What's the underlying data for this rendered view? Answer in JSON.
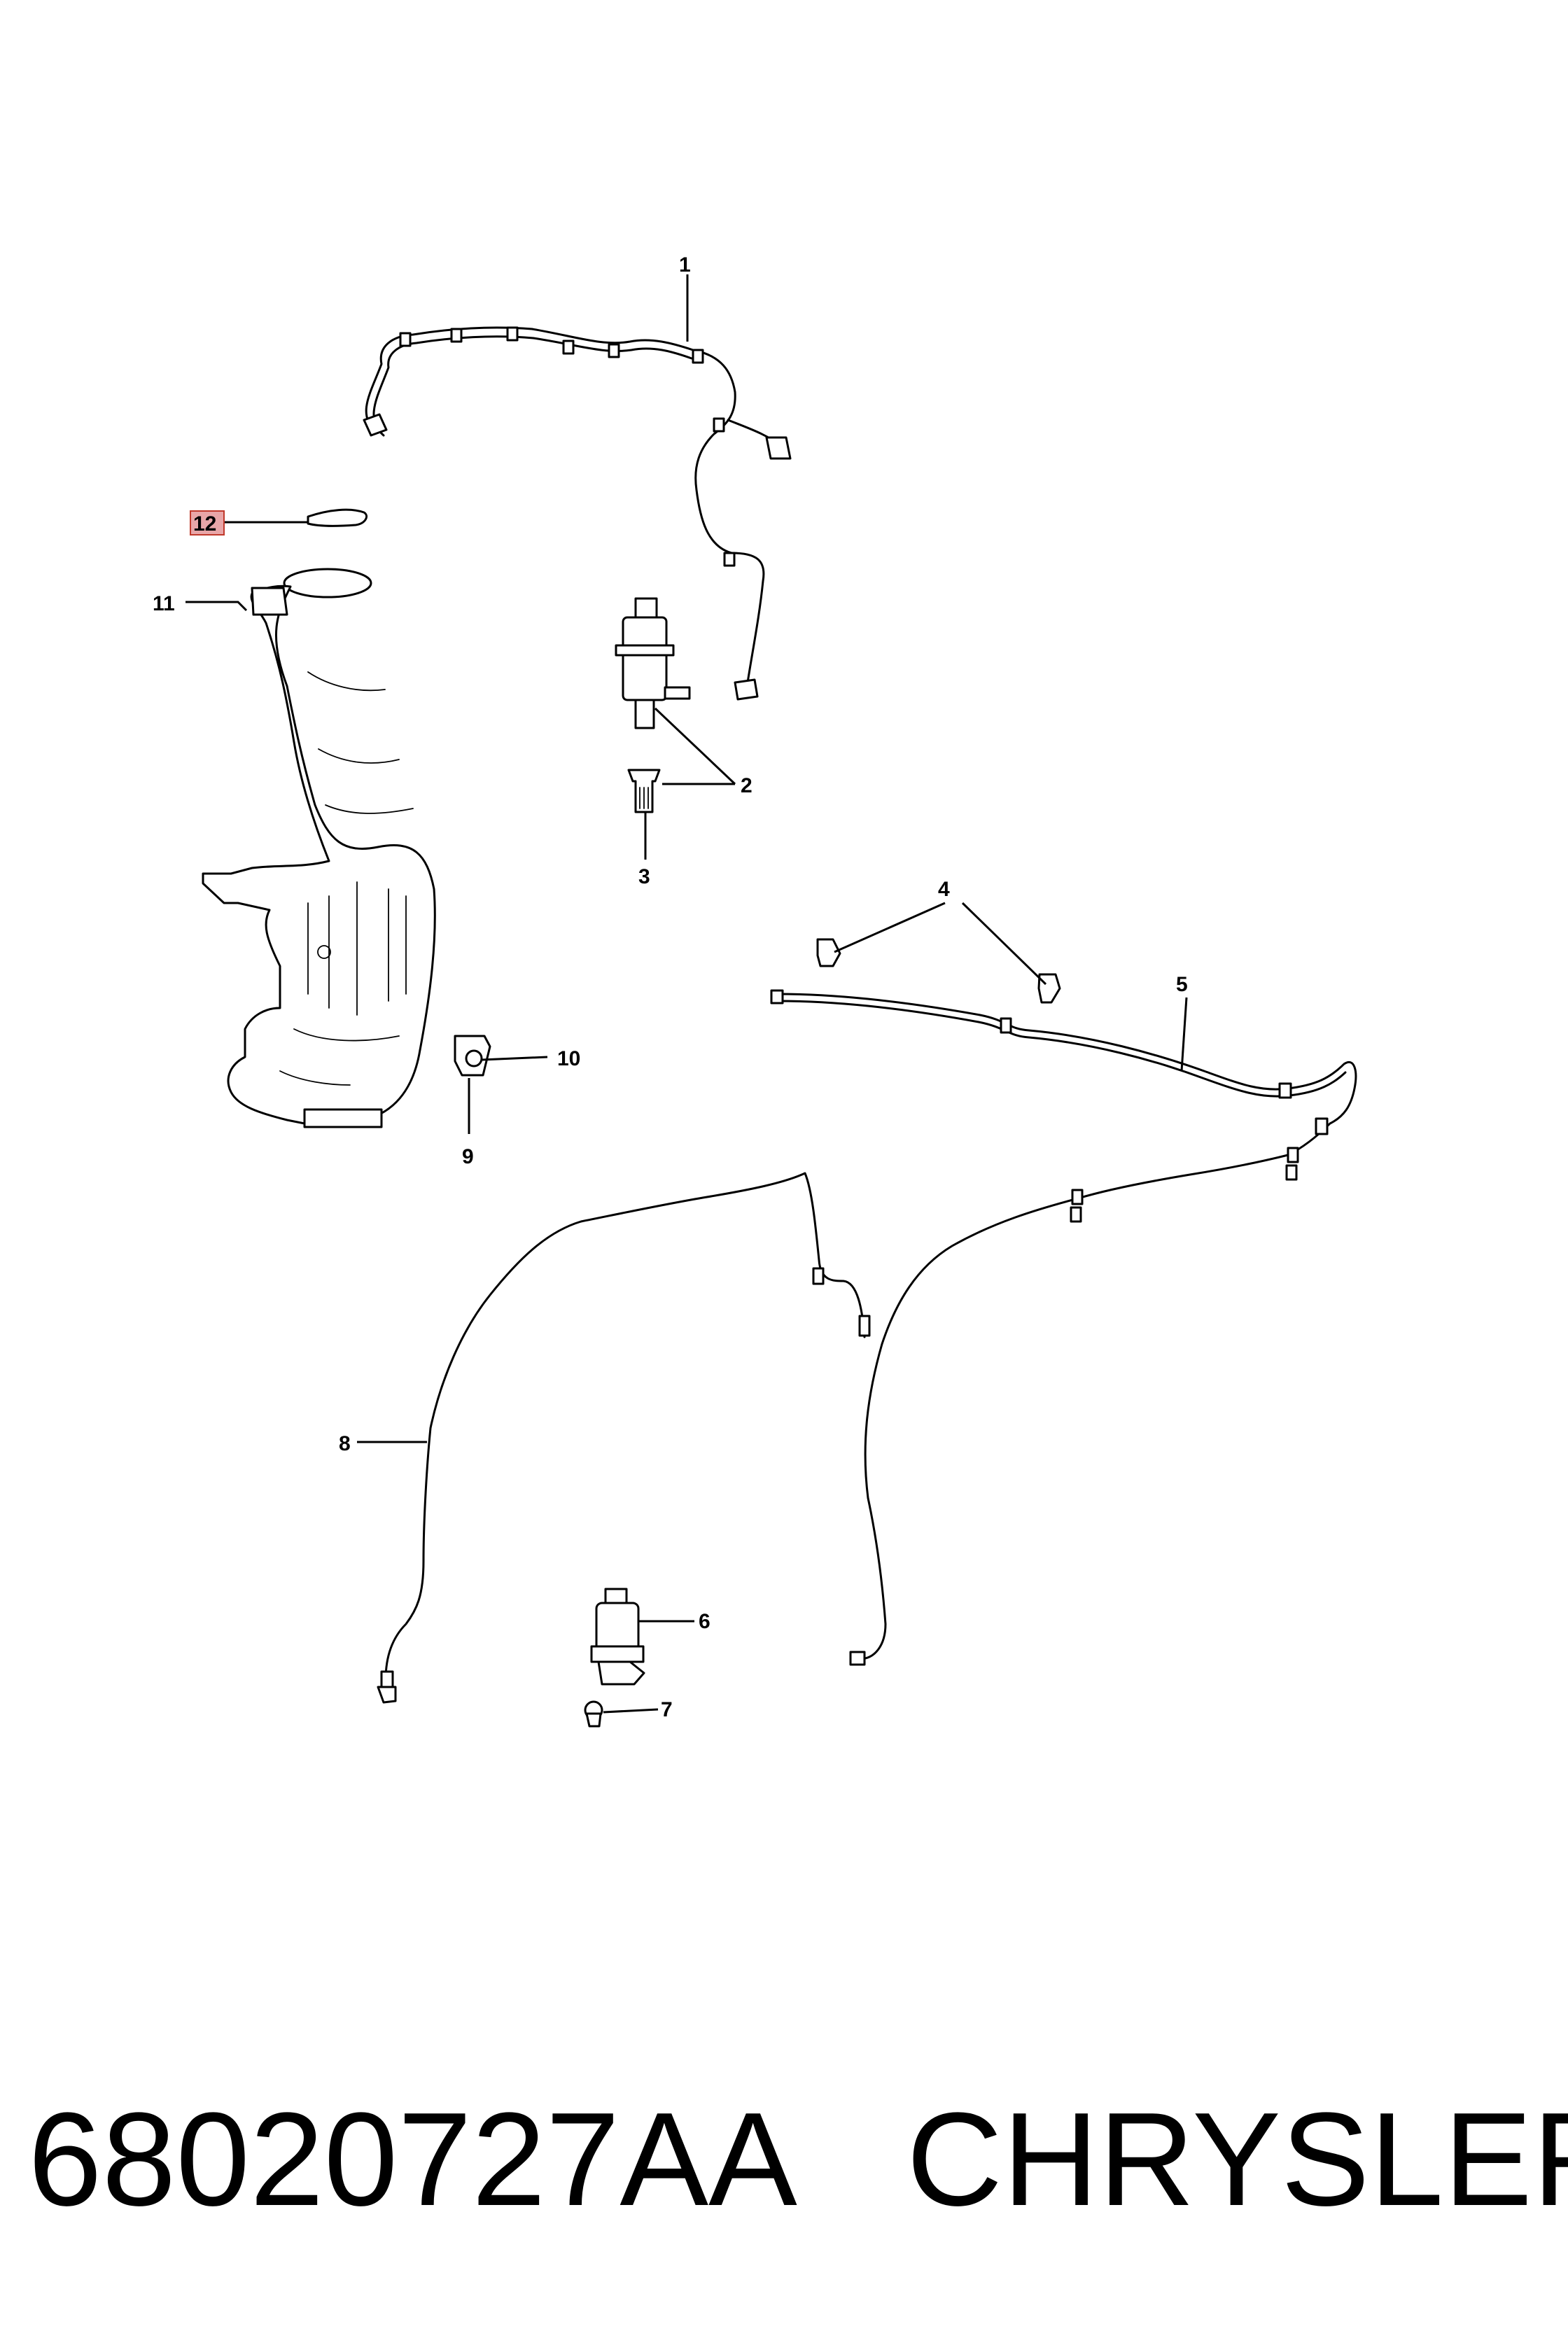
{
  "callouts": {
    "c1": "1",
    "c2": "2",
    "c3": "3",
    "c4": "4",
    "c5": "5",
    "c6": "6",
    "c7": "7",
    "c8": "8",
    "c9": "9",
    "c10": "10",
    "c11": "11",
    "c12": "12"
  },
  "highlight_color": "#e8a6a8",
  "footer": {
    "part_number": "68020727AA",
    "brand": "CHRYSLER"
  }
}
